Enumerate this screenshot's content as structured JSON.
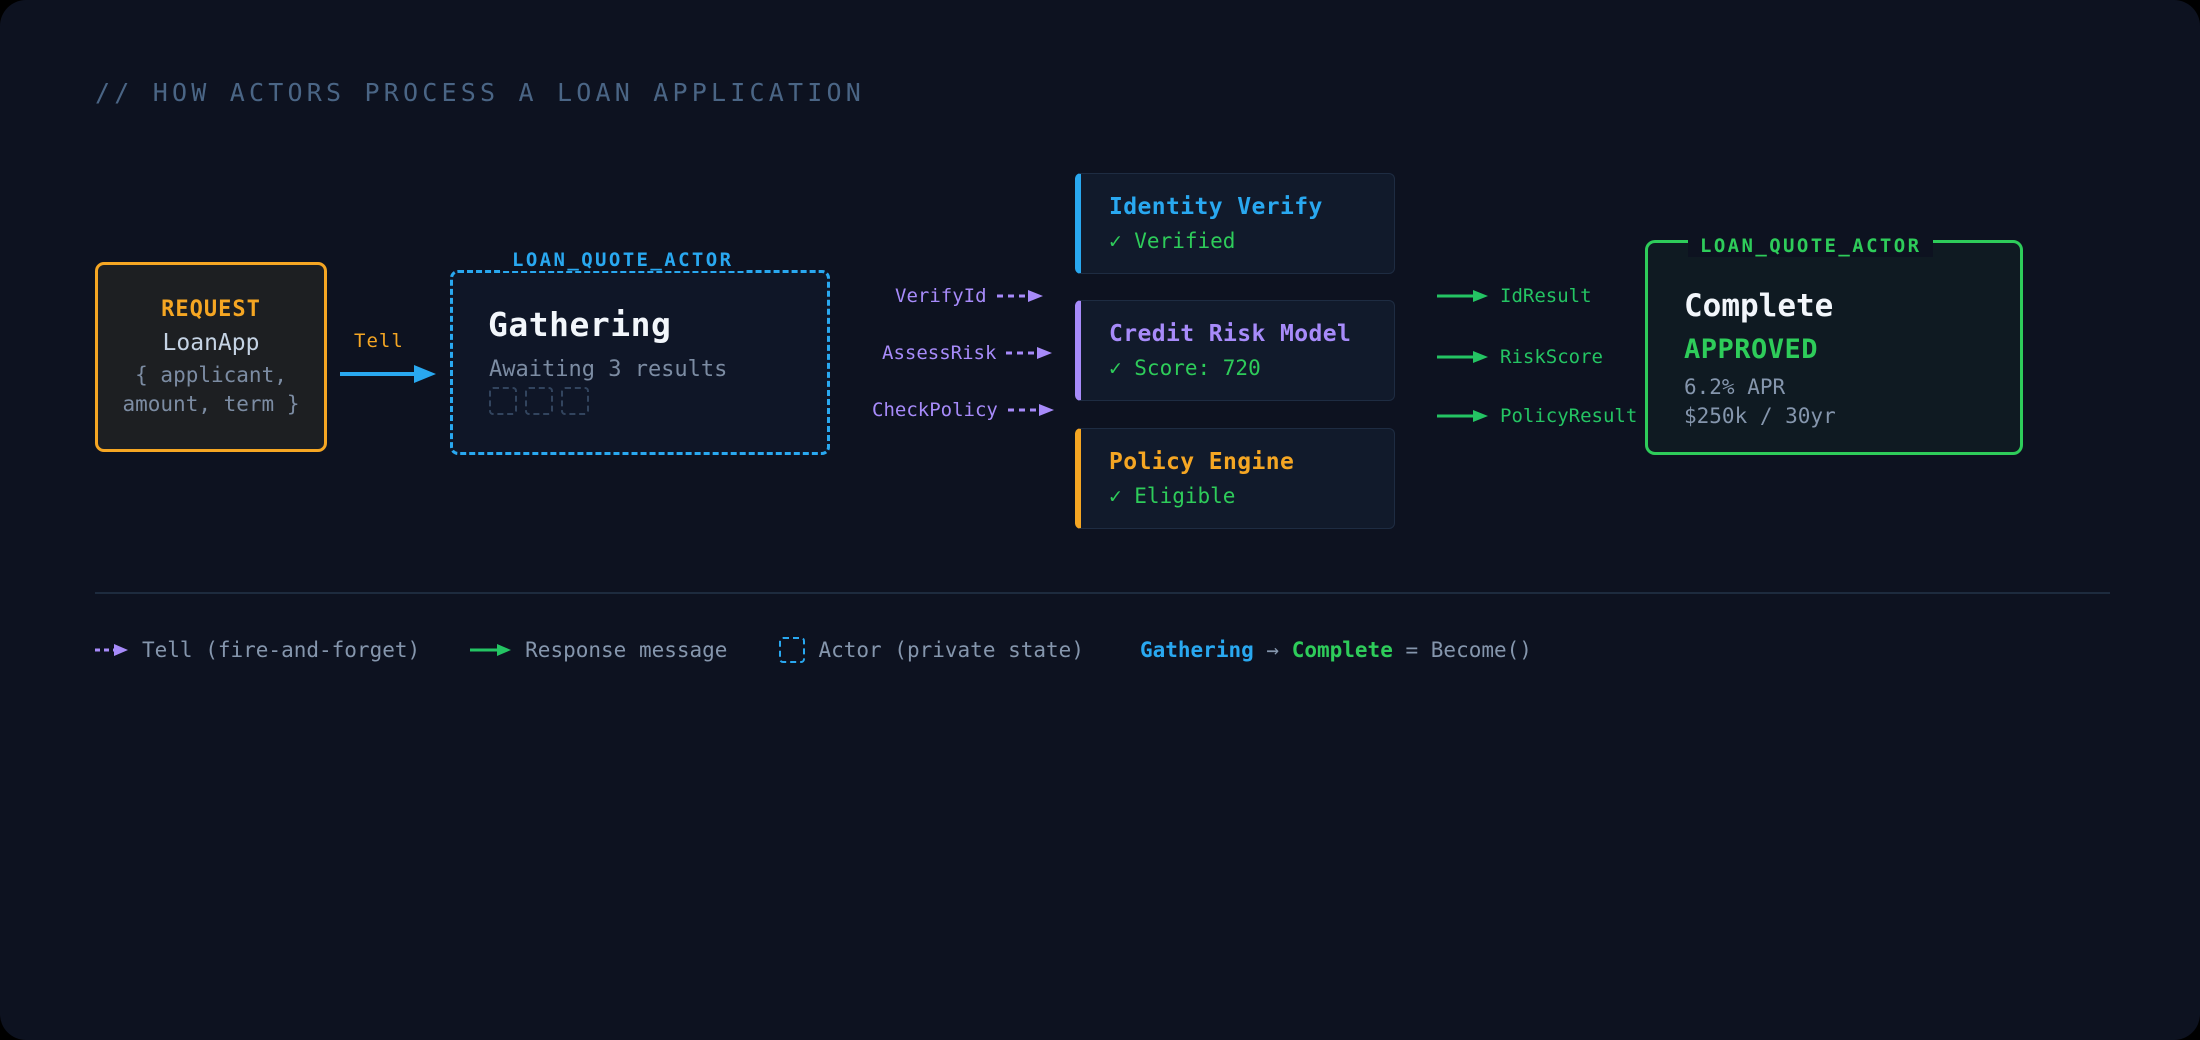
{
  "title": "// HOW ACTORS PROCESS A LOAN APPLICATION",
  "colors": {
    "background": "#0d1220",
    "request_orange": "#f5a623",
    "actor_blue": "#29a8f0",
    "purple": "#a78bfa",
    "green": "#2ecc5a",
    "muted": "#8596ad"
  },
  "request": {
    "badge": "REQUEST",
    "type": "LoanApp",
    "payload_line1": "{ applicant,",
    "payload_line2": "amount, term }"
  },
  "tell": {
    "label": "Tell"
  },
  "gathering_actor": {
    "tag": "LOAN_QUOTE_ACTOR",
    "state": "Gathering",
    "substatus": "Awaiting 3 results",
    "pending_slots": 3
  },
  "requests": [
    {
      "label": "VerifyId"
    },
    {
      "label": "AssessRisk"
    },
    {
      "label": "CheckPolicy"
    }
  ],
  "services": [
    {
      "name": "Identity Verify",
      "status": "✓ Verified",
      "accent": "#29a8f0"
    },
    {
      "name": "Credit Risk Model",
      "status": "✓ Score: 720",
      "accent": "#a78bfa"
    },
    {
      "name": "Policy Engine",
      "status": "✓ Eligible",
      "accent": "#f5a623"
    }
  ],
  "responses": [
    {
      "label": "IdResult"
    },
    {
      "label": "RiskScore"
    },
    {
      "label": "PolicyResult"
    }
  ],
  "complete_actor": {
    "tag": "LOAN_QUOTE_ACTOR",
    "state": "Complete",
    "decision": "APPROVED",
    "apr": "6.2% APR",
    "terms": "$250k / 30yr"
  },
  "legend": {
    "tell": "Tell (fire-and-forget)",
    "response": "Response message",
    "actor": "Actor (private state)",
    "transition": {
      "from": "Gathering",
      "arrow": " → ",
      "to": "Complete",
      "suffix": " = Become()"
    }
  }
}
